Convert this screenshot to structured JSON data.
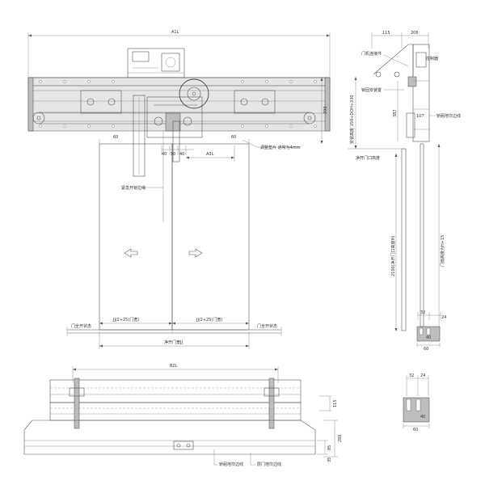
{
  "front_view": {
    "overall_width": "A1L",
    "height_dim": "290",
    "offset_a3": "A3L",
    "dim_40_left": "40",
    "dim_50": "50",
    "dim_40_right": "40",
    "adjust_note": "调整垫片 通常为4mm",
    "emergency_label": "紧急开锁拉绳",
    "half_width_left": "JJ/2+25(门宽)",
    "half_width_right": "JJ/2+25(门宽)",
    "open_left": "门全开状态",
    "open_right": "门全开状态",
    "clear_width": "净开门宽JJ",
    "small_dim_left": "60",
    "small_dim_right": "60"
  },
  "side_view": {
    "dim_115": "115",
    "dim_206": "206",
    "machine_bracket": "门机连接件",
    "controller": "控制器",
    "lock_device": "锁固安装置",
    "install_height": "安装高度 150+DOH+330",
    "dim_387": "387",
    "dim_107": "107",
    "car_sill_line": "轿厢地坎边线",
    "clear_height_label": "净开门口高度",
    "door_height_label": "2100(净开门口高度H)",
    "leaf_height_label": "门扇高度为H+15",
    "dim_32": "32",
    "dim_24": "24",
    "dim_40": "40",
    "dim_60": "60"
  },
  "top_view": {
    "width_label": "B2L",
    "dim_115": "115",
    "dim_286": "286",
    "dim_85": "85",
    "dim_35": "35",
    "car_sill_line": "轿厢地坎边线",
    "landing_sill_line": "层门地坎边线"
  },
  "sill_profile": {
    "dim_32": "32",
    "dim_24": "24",
    "dim_40": "40",
    "dim_60": "60"
  }
}
